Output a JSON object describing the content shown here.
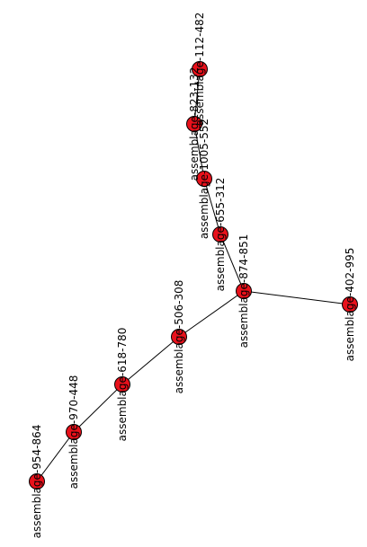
{
  "graph": {
    "node_color": "#e8111b",
    "edge_color": "#000000",
    "nodes": [
      {
        "id": "n1",
        "label": "assemblage-112-482"
      },
      {
        "id": "n2",
        "label": "assemblage-823-132"
      },
      {
        "id": "n3",
        "label": "assemblage-1005-552"
      },
      {
        "id": "n4",
        "label": "assemblage-655-312"
      },
      {
        "id": "n5",
        "label": "assemblage-874-851"
      },
      {
        "id": "n6",
        "label": "assemblage-402-995"
      },
      {
        "id": "n7",
        "label": "assemblage-506-308"
      },
      {
        "id": "n8",
        "label": "assemblage-618-780"
      },
      {
        "id": "n9",
        "label": "assemblage-970-448"
      },
      {
        "id": "n10",
        "label": "assemblage-954-864"
      }
    ],
    "edges": [
      [
        "n1",
        "n2"
      ],
      [
        "n2",
        "n3"
      ],
      [
        "n3",
        "n4"
      ],
      [
        "n4",
        "n5"
      ],
      [
        "n5",
        "n6"
      ],
      [
        "n5",
        "n7"
      ],
      [
        "n7",
        "n8"
      ],
      [
        "n8",
        "n9"
      ],
      [
        "n9",
        "n10"
      ]
    ]
  }
}
